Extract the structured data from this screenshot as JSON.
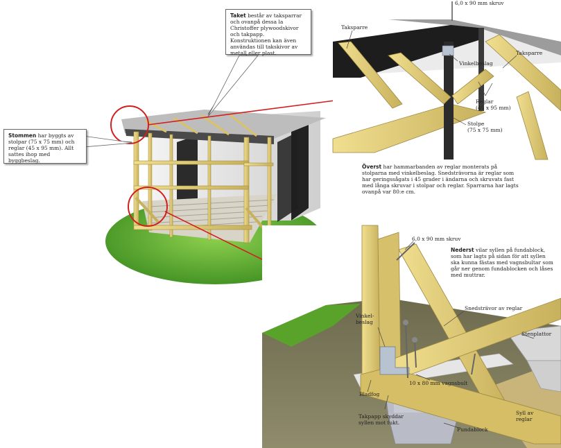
{
  "callouts": {
    "roof": {
      "title": "Taket",
      "text": "består av taksparrar och ovanpå dessa la Christoffer plywoodskivor och takpapp. Konstruktionen kan även användas till takskivor av metall eller plast."
    },
    "frame": {
      "title": "Stommen",
      "text": "har byggts av stolpar (75 x 75 mm) och reglar (45 x 95 mm). Allt sattes ihop med byggbeslag."
    }
  },
  "top_detail": {
    "labels": {
      "screw": "6,0 x 90 mm skruv",
      "rafter_left": "Taksparre",
      "rafter_right": "Taksparre",
      "bracket": "Vinkelbeslag",
      "studs": "Reglar\n(45 x 95 mm)",
      "post": "Stolpe\n(75 x 75 mm)"
    },
    "caption_title": "Överst",
    "caption_text": "har hammarbanden av reglar monterats på stolparna med vinkelbeslag. Snedsträvorna är reglar som har geringssågats i 45 grader i ändarna och skruvats fast med långa skruvar i stolpar och reglar. Sparrarna har lagts ovanpå var 80:e cm."
  },
  "bottom_detail": {
    "labels": {
      "screw": "6,0 x 90 mm skruv",
      "brace": "Snedsträvor av reglar",
      "stone": "Stenplattor",
      "bracket": "Vinkel-\nbeslag",
      "bolt": "10 x 80 mm vagnsbult",
      "leaf": "Bladfog",
      "tarpaper": "Takpapp skyddar\nsyllen mot fukt.",
      "sill": "Syll av\nreglar",
      "block": "Fundablock"
    },
    "caption_title": "Nederst",
    "caption_text": "vilar syllen på fundablock, som har lagts på sidan för att syllen ska kunna fästas med vagnsbultar som går ner genom fundablocken och låses med muttrar."
  },
  "colors": {
    "wood": "#e6d27a",
    "wood_dark": "#b9a24e",
    "grass": "#5fae2f",
    "callout_ring": "#d11f1f",
    "arrow": "#d11f1f"
  }
}
